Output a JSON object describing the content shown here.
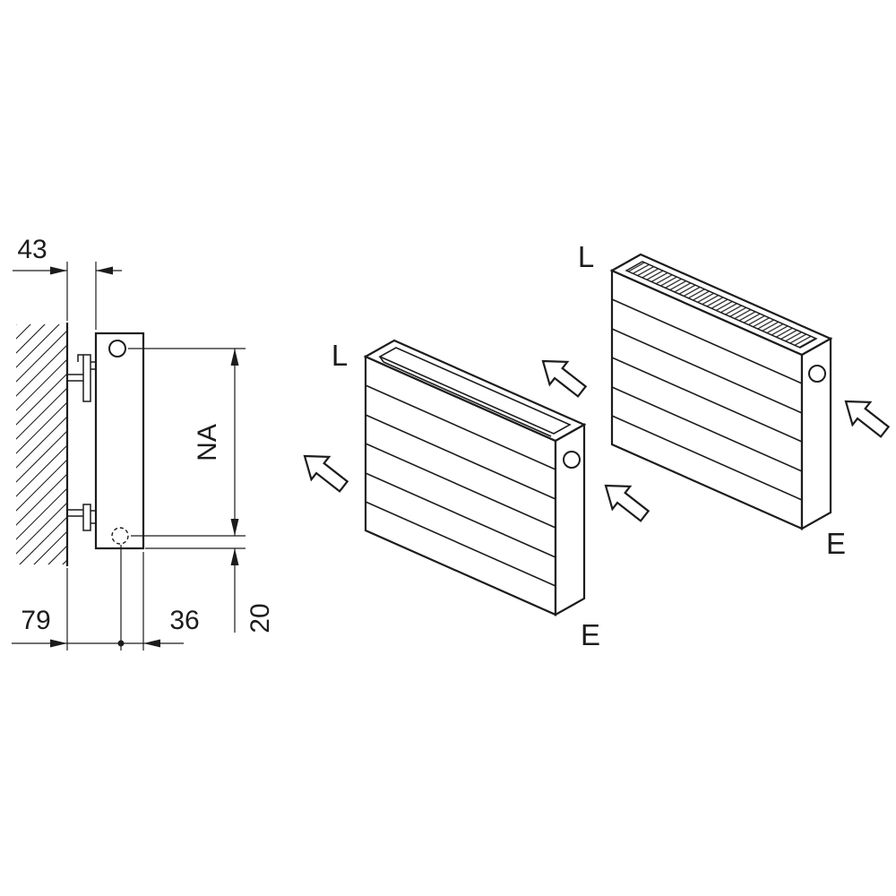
{
  "section_view": {
    "dim_wall_clearance": "43",
    "dim_center_distance": "NA",
    "dim_depth_rear": "79",
    "dim_depth_front": "36",
    "dim_bottom_offset": "20"
  },
  "isometric_views": {
    "radiator_front": {
      "label_left": "L",
      "label_end": "E"
    },
    "radiator_rear": {
      "label_left": "L",
      "label_end": "E"
    }
  },
  "colors": {
    "line": "#1c1c1c",
    "background": "#ffffff"
  }
}
